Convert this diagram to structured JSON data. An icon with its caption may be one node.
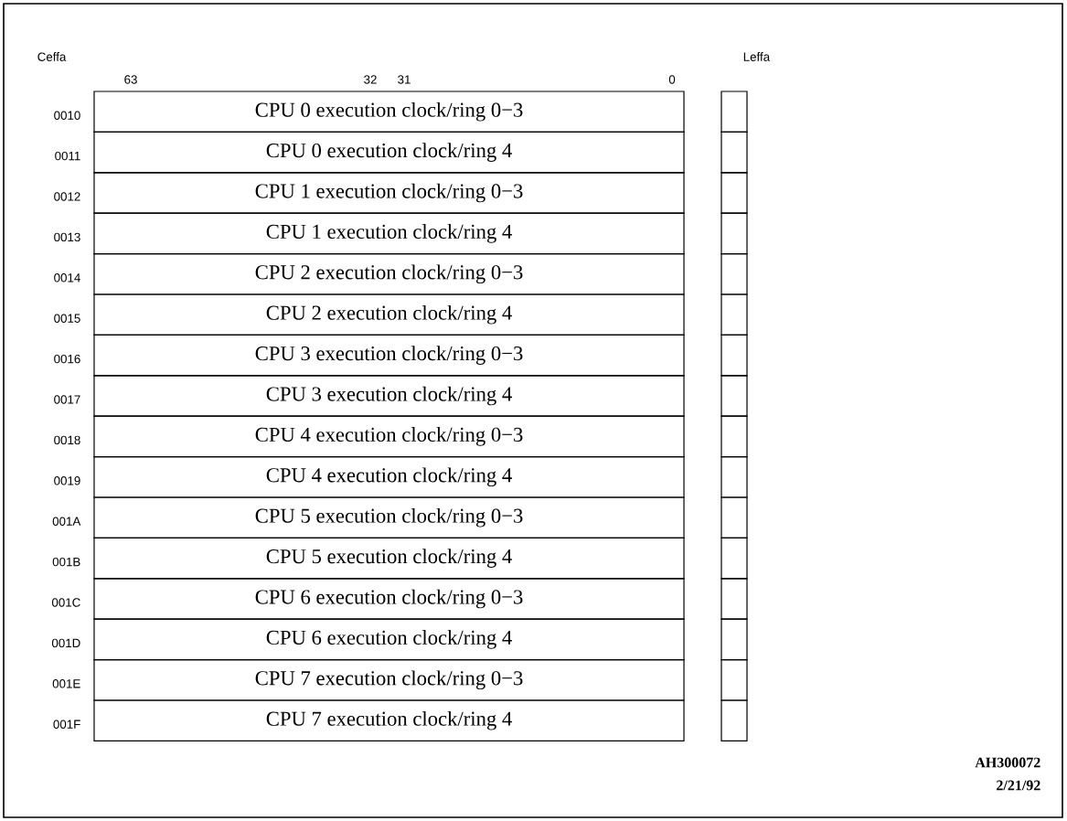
{
  "diagram": {
    "nodes": [
      {
        "text": [
          "CPU 0 execution clock/ring 0−3"
        ],
        "beside": [
          "0010"
        ]
      },
      {
        "text": [
          "CPU 0 execution clock/ring 4"
        ],
        "beside": [
          "0011"
        ]
      },
      {
        "text": [
          "CPU 1 execution clock/ring 0−3"
        ],
        "beside": [
          "0012"
        ]
      },
      {
        "text": [
          "CPU 1 execution clock/ring 4"
        ],
        "beside": [
          "0013"
        ]
      },
      {
        "text": [
          "CPU 2 execution clock/ring 0−3"
        ],
        "beside": [
          "0014"
        ]
      },
      {
        "text": [
          "CPU 2 execution clock/ring 4"
        ],
        "beside": [
          "0015"
        ]
      },
      {
        "text": [
          "CPU 3 execution clock/ring 0−3"
        ],
        "beside": [
          "0016"
        ]
      },
      {
        "text": [
          "CPU 3 execution clock/ring 4"
        ],
        "beside": [
          "0017"
        ]
      },
      {
        "text": [
          "CPU 4 execution clock/ring 0−3"
        ],
        "beside": [
          "0018"
        ]
      },
      {
        "text": [
          "CPU 4 execution clock/ring 4"
        ],
        "beside": [
          "0019"
        ]
      },
      {
        "text": [
          "CPU 5 execution clock/ring 0−3"
        ],
        "beside": [
          "001A"
        ]
      },
      {
        "text": [
          "CPU 5 execution clock/ring 4"
        ],
        "beside": [
          "001B"
        ]
      },
      {
        "text": [
          "CPU 6 execution clock/ring 0−3"
        ],
        "beside": [
          "001C"
        ]
      },
      {
        "text": [
          "CPU 6 execution clock/ring 4"
        ],
        "beside": [
          "001D"
        ]
      },
      {
        "text": [
          "CPU 7 execution clock/ring 0−3"
        ],
        "beside": [
          "001E"
        ]
      },
      {
        "text": [
          "CPU 7 execution clock/ring 4"
        ],
        "beside": [
          "001F"
        ]
      },
      {
        "text": [],
        "shape": "box"
      },
      {
        "text": [],
        "shape": "box"
      },
      {
        "text": [],
        "shape": "box"
      },
      {
        "text": [],
        "shape": "box"
      },
      {
        "text": [],
        "shape": "box"
      },
      {
        "text": [],
        "shape": "box"
      },
      {
        "text": [],
        "shape": "box"
      },
      {
        "text": [],
        "shape": "box"
      },
      {
        "text": [],
        "shape": "box"
      },
      {
        "text": [],
        "shape": "box"
      },
      {
        "text": [],
        "shape": "box"
      },
      {
        "text": [],
        "shape": "box"
      },
      {
        "text": [],
        "shape": "box"
      },
      {
        "text": [],
        "shape": "box"
      },
      {
        "text": [],
        "shape": "box"
      },
      {
        "text": [],
        "shape": "box"
      }
    ],
    "labels": [
      "Ceffa",
      "Leffa",
      "63",
      "32",
      "31",
      "0",
      "AH300072",
      "2/21/92"
    ]
  }
}
